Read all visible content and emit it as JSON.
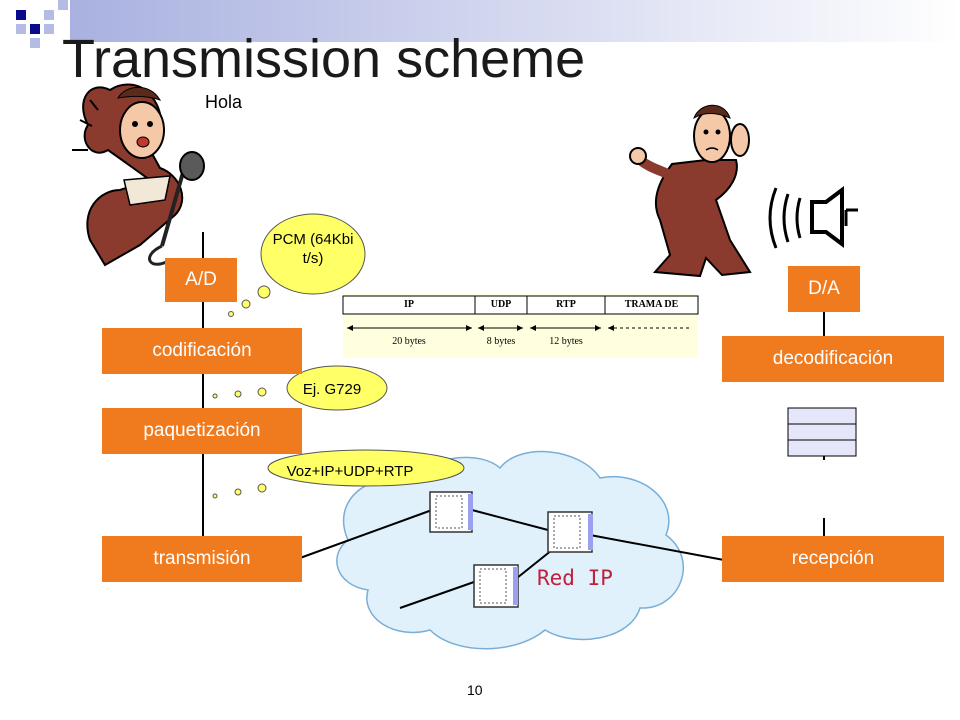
{
  "slide": {
    "title": "Transmission scheme",
    "greeting": "Hola",
    "page_number": "10"
  },
  "sender": {
    "stages": [
      "A/D",
      "codificación",
      "paquetización",
      "transmisión"
    ]
  },
  "receiver": {
    "stages": [
      "D/A",
      "decodificación",
      "recepción"
    ]
  },
  "bubbles": {
    "pcm": "PCM (64Kbit/s)",
    "codec": "Ej. G729",
    "packet": "Voz+IP+UDP+RTP"
  },
  "packet": {
    "fields": [
      "IP",
      "UDP",
      "RTP",
      "TRAMA DE"
    ],
    "sizes": [
      "20 bytes",
      "8 bytes",
      "12 bytes"
    ]
  },
  "network": {
    "label": "Red IP"
  },
  "colors": {
    "stage_box": "#f07a1e",
    "cloud_fill": "#e0f1fc",
    "packet_strip": "#ffffe0",
    "bubble_fill": "#ffff66"
  }
}
